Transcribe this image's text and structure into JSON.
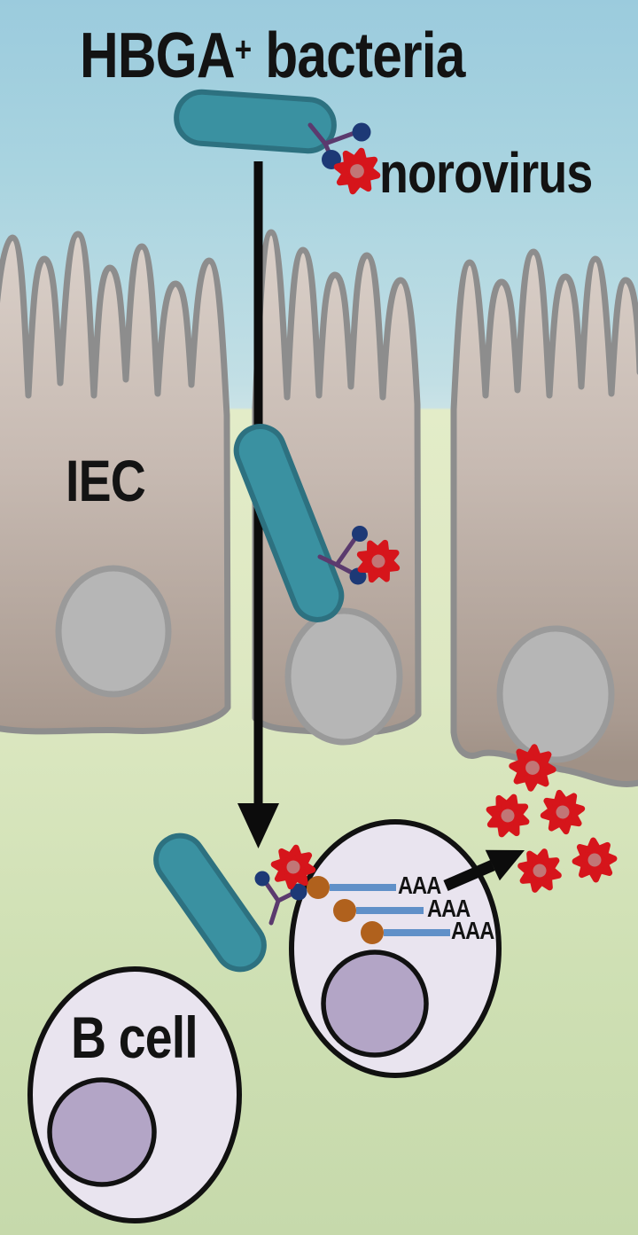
{
  "figure": {
    "title": {
      "base": "HBGA",
      "sup": "+",
      "rest": " bacteria"
    },
    "labels": {
      "virus": "norovirus",
      "epithelium": "IEC",
      "b_cell": "B cell",
      "mrna_tails": [
        "AAA",
        "AAA",
        "AAA"
      ]
    },
    "colors": {
      "sky_top": "#9bcbdd",
      "sky_bottom": "#c9e2e6",
      "tissue_green_top": "#e3ecc8",
      "tissue_green_bottom": "#c6d9ab",
      "cell_outline": "#8d8d8d",
      "nucleus_gray_fill": "#b6b6b6",
      "nucleus_gray_outline": "#9a9a9a",
      "bacterium_fill": "#3a91a1",
      "bacterium_outline": "#2d7180",
      "glycan_purple": "#5b3a6e",
      "glycan_navy": "#1d3976",
      "virus_red": "#d6151b",
      "virus_center": "#c17676",
      "bcell_fill": "#e9e4ef",
      "bcell_nucleus": "#b3a5c6",
      "mrna_line": "#6090c8",
      "mrna_cap": "#b0611d",
      "arrow": "#0c0c0c",
      "text": "#131313"
    }
  }
}
